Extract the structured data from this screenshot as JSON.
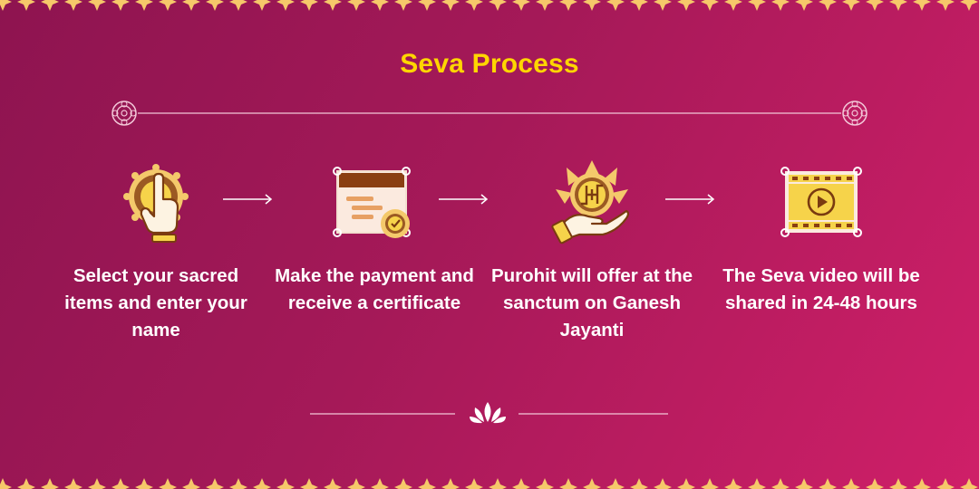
{
  "title": "Seva Process",
  "colors": {
    "background_start": "#8e1450",
    "background_end": "#cf1f68",
    "accent_yellow": "#ffd600",
    "border_gold": "#f6c86a",
    "text": "#ffffff"
  },
  "steps": [
    {
      "icon": "hand-pointer-coin-icon",
      "label": "Select your sacred items and enter your name"
    },
    {
      "icon": "certificate-icon",
      "label": "Make the payment and receive a certificate"
    },
    {
      "icon": "swastika-offering-icon",
      "label": "Purohit will offer at the sanctum on Ganesh Jayanti"
    },
    {
      "icon": "video-film-icon",
      "label": "The Seva video will be shared in 24-48 hours"
    }
  ],
  "decorations": {
    "top_divider": "mandala-divider",
    "bottom_divider": "lotus-divider",
    "border": "star-border"
  }
}
